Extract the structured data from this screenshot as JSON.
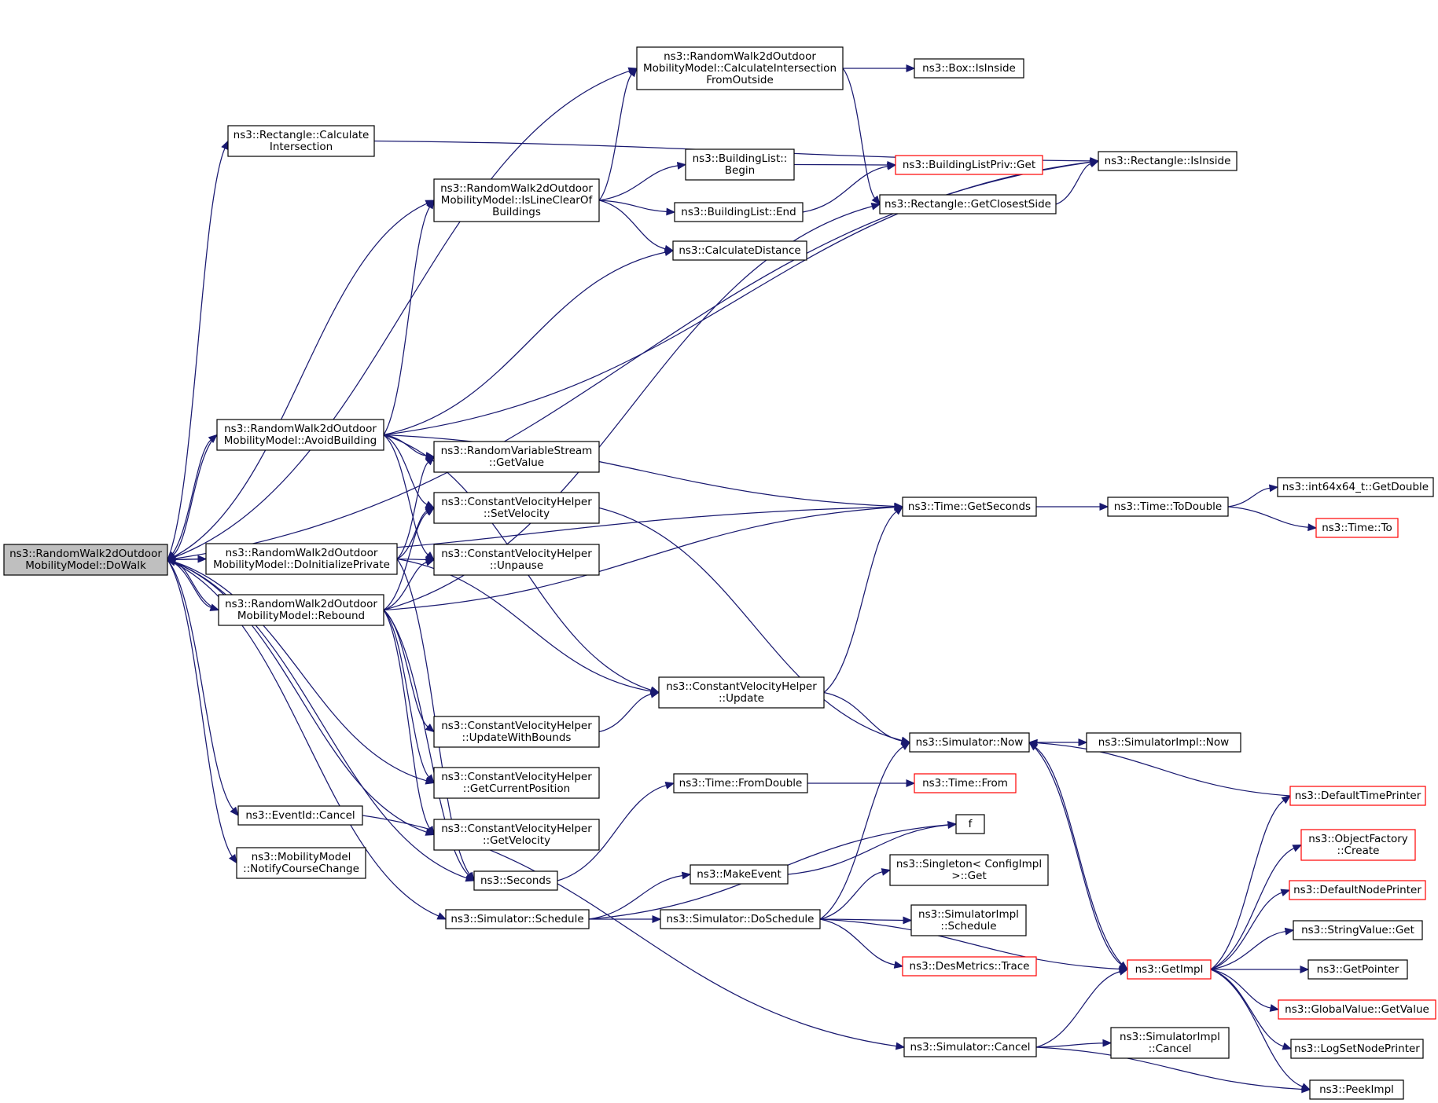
{
  "colors": {
    "edge": "#191970",
    "node_border": "#000000",
    "node_border_truncated": "#ff0000",
    "root_fill": "#bfbfbf",
    "background": "#ffffff"
  },
  "nodes": [
    {
      "id": "dowalk",
      "lines": [
        "ns3::RandomWalk2dOutdoor",
        "MobilityModel::DoWalk"
      ],
      "style": "root"
    },
    {
      "id": "calcInterOutside",
      "lines": [
        "ns3::RandomWalk2dOutdoor",
        "MobilityModel::CalculateIntersection",
        "FromOutside"
      ]
    },
    {
      "id": "boxIsInside",
      "lines": [
        "ns3::Box::IsInside"
      ]
    },
    {
      "id": "rectCalcInter",
      "lines": [
        "ns3::Rectangle::Calculate",
        "Intersection"
      ]
    },
    {
      "id": "rectIsInside",
      "lines": [
        "ns3::Rectangle::IsInside"
      ]
    },
    {
      "id": "blBegin",
      "lines": [
        "ns3::BuildingList::",
        "Begin"
      ]
    },
    {
      "id": "blPrivGet",
      "lines": [
        "ns3::BuildingListPriv::Get"
      ],
      "style": "red"
    },
    {
      "id": "isLineClear",
      "lines": [
        "ns3::RandomWalk2dOutdoor",
        "MobilityModel::IsLineClearOf",
        "Buildings"
      ]
    },
    {
      "id": "blEnd",
      "lines": [
        "ns3::BuildingList::End"
      ]
    },
    {
      "id": "rectClosest",
      "lines": [
        "ns3::Rectangle::GetClosestSide"
      ]
    },
    {
      "id": "calcDist",
      "lines": [
        "ns3::CalculateDistance"
      ]
    },
    {
      "id": "avoidBuilding",
      "lines": [
        "ns3::RandomWalk2dOutdoor",
        "MobilityModel::AvoidBuilding"
      ]
    },
    {
      "id": "rvsGetValue",
      "lines": [
        "ns3::RandomVariableStream",
        "::GetValue"
      ]
    },
    {
      "id": "cvhSetVel",
      "lines": [
        "ns3::ConstantVelocityHelper",
        "::SetVelocity"
      ]
    },
    {
      "id": "cvhUnpause",
      "lines": [
        "ns3::ConstantVelocityHelper",
        "::Unpause"
      ]
    },
    {
      "id": "doInitPriv",
      "lines": [
        "ns3::RandomWalk2dOutdoor",
        "MobilityModel::DoInitializePrivate"
      ]
    },
    {
      "id": "rebound",
      "lines": [
        "ns3::RandomWalk2dOutdoor",
        "MobilityModel::Rebound"
      ]
    },
    {
      "id": "timeGetSec",
      "lines": [
        "ns3::Time::GetSeconds"
      ]
    },
    {
      "id": "timeToDouble",
      "lines": [
        "ns3::Time::ToDouble"
      ]
    },
    {
      "id": "int64GetDouble",
      "lines": [
        "ns3::int64x64_t::GetDouble"
      ]
    },
    {
      "id": "timeTo",
      "lines": [
        "ns3::Time::To"
      ],
      "style": "red"
    },
    {
      "id": "cvhUpdate",
      "lines": [
        "ns3::ConstantVelocityHelper",
        "::Update"
      ]
    },
    {
      "id": "cvhUpdBounds",
      "lines": [
        "ns3::ConstantVelocityHelper",
        "::UpdateWithBounds"
      ]
    },
    {
      "id": "simNow",
      "lines": [
        "ns3::Simulator::Now"
      ]
    },
    {
      "id": "simImplNow",
      "lines": [
        "ns3::SimulatorImpl::Now"
      ]
    },
    {
      "id": "cvhGetPos",
      "lines": [
        "ns3::ConstantVelocityHelper",
        "::GetCurrentPosition"
      ]
    },
    {
      "id": "timeFromDouble",
      "lines": [
        "ns3::Time::FromDouble"
      ]
    },
    {
      "id": "timeFrom",
      "lines": [
        "ns3::Time::From"
      ],
      "style": "red"
    },
    {
      "id": "defTimePrinter",
      "lines": [
        "ns3::DefaultTimePrinter"
      ],
      "style": "red"
    },
    {
      "id": "eventCancel",
      "lines": [
        "ns3::EventId::Cancel"
      ]
    },
    {
      "id": "cvhGetVel",
      "lines": [
        "ns3::ConstantVelocityHelper",
        "::GetVelocity"
      ]
    },
    {
      "id": "f",
      "lines": [
        "f"
      ]
    },
    {
      "id": "objFactCreate",
      "lines": [
        "ns3::ObjectFactory",
        "::Create"
      ],
      "style": "red"
    },
    {
      "id": "notifyCourse",
      "lines": [
        "ns3::MobilityModel",
        "::NotifyCourseChange"
      ]
    },
    {
      "id": "singletonGet",
      "lines": [
        "ns3::Singleton< ConfigImpl",
        ">::Get"
      ]
    },
    {
      "id": "seconds",
      "lines": [
        "ns3::Seconds"
      ]
    },
    {
      "id": "makeEvent",
      "lines": [
        "ns3::MakeEvent"
      ]
    },
    {
      "id": "defNodePrinter",
      "lines": [
        "ns3::DefaultNodePrinter"
      ],
      "style": "red"
    },
    {
      "id": "simSchedule",
      "lines": [
        "ns3::Simulator::Schedule"
      ]
    },
    {
      "id": "simDoSchedule",
      "lines": [
        "ns3::Simulator::DoSchedule"
      ]
    },
    {
      "id": "simImplSchedule",
      "lines": [
        "ns3::SimulatorImpl",
        "::Schedule"
      ]
    },
    {
      "id": "stringValGet",
      "lines": [
        "ns3::StringValue::Get"
      ]
    },
    {
      "id": "desTrace",
      "lines": [
        "ns3::DesMetrics::Trace"
      ],
      "style": "red"
    },
    {
      "id": "getImpl",
      "lines": [
        "ns3::GetImpl"
      ],
      "style": "red"
    },
    {
      "id": "getPointer",
      "lines": [
        "ns3::GetPointer"
      ]
    },
    {
      "id": "gvGetValue",
      "lines": [
        "ns3::GlobalValue::GetValue"
      ],
      "style": "red"
    },
    {
      "id": "simCancel",
      "lines": [
        "ns3::Simulator::Cancel"
      ]
    },
    {
      "id": "simImplCancel",
      "lines": [
        "ns3::SimulatorImpl",
        "::Cancel"
      ]
    },
    {
      "id": "logSetNodePrinter",
      "lines": [
        "ns3::LogSetNodePrinter"
      ]
    },
    {
      "id": "peekImpl",
      "lines": [
        "ns3::PeekImpl"
      ]
    }
  ],
  "edges": [
    [
      "dowalk",
      "rectIsInside"
    ],
    [
      "dowalk",
      "calcInterOutside"
    ],
    [
      "dowalk",
      "rectCalcInter"
    ],
    [
      "dowalk",
      "isLineClear"
    ],
    [
      "dowalk",
      "timeGetSec"
    ],
    [
      "dowalk",
      "avoidBuilding"
    ],
    [
      "dowalk",
      "doInitPriv"
    ],
    [
      "dowalk",
      "rebound"
    ],
    [
      "dowalk",
      "cvhGetPos"
    ],
    [
      "dowalk",
      "cvhGetVel"
    ],
    [
      "dowalk",
      "seconds"
    ],
    [
      "dowalk",
      "eventCancel"
    ],
    [
      "dowalk",
      "notifyCourse"
    ],
    [
      "dowalk",
      "simSchedule"
    ],
    [
      "calcInterOutside",
      "boxIsInside"
    ],
    [
      "calcInterOutside",
      "rectClosest"
    ],
    [
      "rectCalcInter",
      "rectIsInside"
    ],
    [
      "isLineClear",
      "calcInterOutside"
    ],
    [
      "isLineClear",
      "blBegin"
    ],
    [
      "isLineClear",
      "blEnd"
    ],
    [
      "isLineClear",
      "calcDist"
    ],
    [
      "blBegin",
      "blPrivGet"
    ],
    [
      "blEnd",
      "blPrivGet"
    ],
    [
      "rectClosest",
      "rectIsInside"
    ],
    [
      "avoidBuilding",
      "dowalk"
    ],
    [
      "avoidBuilding",
      "isLineClear"
    ],
    [
      "avoidBuilding",
      "calcDist"
    ],
    [
      "avoidBuilding",
      "rectIsInside"
    ],
    [
      "avoidBuilding",
      "timeGetSec"
    ],
    [
      "avoidBuilding",
      "rvsGetValue"
    ],
    [
      "avoidBuilding",
      "cvhSetVel"
    ],
    [
      "avoidBuilding",
      "cvhUnpause"
    ],
    [
      "avoidBuilding",
      "cvhUpdate"
    ],
    [
      "doInitPriv",
      "dowalk"
    ],
    [
      "doInitPriv",
      "rvsGetValue"
    ],
    [
      "doInitPriv",
      "cvhSetVel"
    ],
    [
      "doInitPriv",
      "cvhUnpause"
    ],
    [
      "doInitPriv",
      "cvhUpdate"
    ],
    [
      "doInitPriv",
      "seconds"
    ],
    [
      "rebound",
      "dowalk"
    ],
    [
      "rebound",
      "rectClosest"
    ],
    [
      "rebound",
      "timeGetSec"
    ],
    [
      "rebound",
      "cvhSetVel"
    ],
    [
      "rebound",
      "cvhUnpause"
    ],
    [
      "rebound",
      "cvhUpdBounds"
    ],
    [
      "rebound",
      "cvhGetPos"
    ],
    [
      "rebound",
      "cvhGetVel"
    ],
    [
      "rebound",
      "seconds"
    ],
    [
      "timeGetSec",
      "timeToDouble"
    ],
    [
      "timeToDouble",
      "int64GetDouble"
    ],
    [
      "timeToDouble",
      "timeTo"
    ],
    [
      "cvhSetVel",
      "simNow"
    ],
    [
      "cvhUpdBounds",
      "cvhUpdate"
    ],
    [
      "cvhUpdate",
      "timeGetSec"
    ],
    [
      "cvhUpdate",
      "simNow"
    ],
    [
      "simNow",
      "simImplNow"
    ],
    [
      "simNow",
      "getImpl"
    ],
    [
      "defTimePrinter",
      "simNow"
    ],
    [
      "seconds",
      "timeFromDouble"
    ],
    [
      "timeFromDouble",
      "timeFrom"
    ],
    [
      "eventCancel",
      "simCancel"
    ],
    [
      "simSchedule",
      "f"
    ],
    [
      "simSchedule",
      "makeEvent"
    ],
    [
      "simSchedule",
      "simDoSchedule"
    ],
    [
      "makeEvent",
      "f"
    ],
    [
      "simDoSchedule",
      "simNow"
    ],
    [
      "simDoSchedule",
      "singletonGet"
    ],
    [
      "simDoSchedule",
      "simImplSchedule"
    ],
    [
      "simDoSchedule",
      "desTrace"
    ],
    [
      "simDoSchedule",
      "getImpl"
    ],
    [
      "getImpl",
      "simNow"
    ],
    [
      "getImpl",
      "defTimePrinter"
    ],
    [
      "getImpl",
      "objFactCreate"
    ],
    [
      "getImpl",
      "defNodePrinter"
    ],
    [
      "getImpl",
      "stringValGet"
    ],
    [
      "getImpl",
      "getPointer"
    ],
    [
      "getImpl",
      "gvGetValue"
    ],
    [
      "getImpl",
      "logSetNodePrinter"
    ],
    [
      "getImpl",
      "peekImpl"
    ],
    [
      "simCancel",
      "getImpl"
    ],
    [
      "simCancel",
      "simImplCancel"
    ],
    [
      "simCancel",
      "peekImpl"
    ]
  ]
}
